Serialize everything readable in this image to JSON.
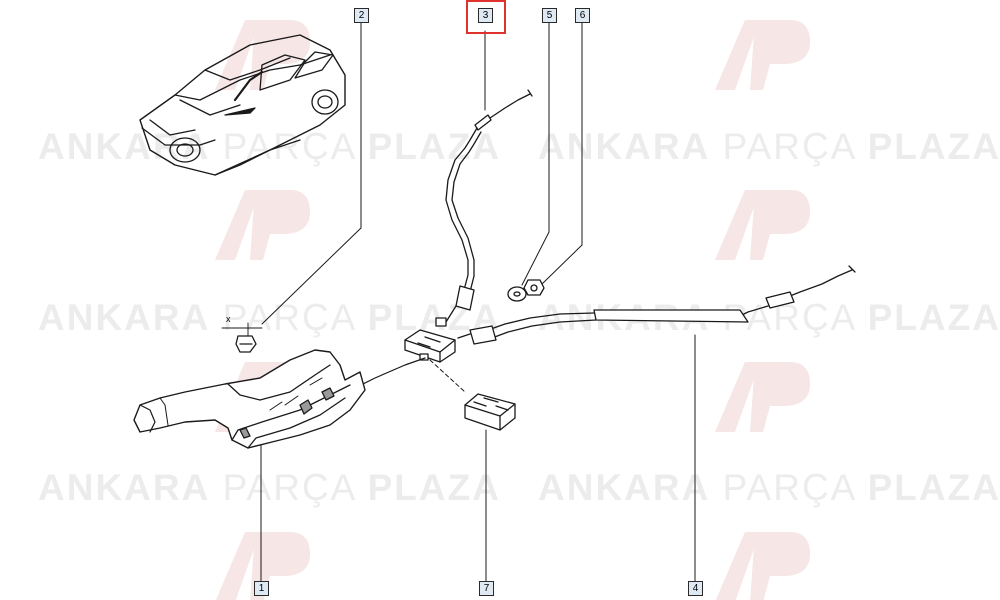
{
  "watermark": {
    "left": "ANKARA",
    "middle": "PARÇA",
    "right": "PLAZA",
    "logo": "ap-logo"
  },
  "callouts": {
    "c1": "1",
    "c2": "2",
    "c3": "3",
    "c4": "4",
    "c5": "5",
    "c6": "6",
    "c7": "7"
  },
  "selected_callout": "3",
  "dimension_label": "x",
  "colors": {
    "highlight": "#e0322c",
    "callout_fill": "#dfe9f3",
    "watermark": "#ececec",
    "linework": "#1a1a1a",
    "handle_shade": "#9a9a9a"
  }
}
